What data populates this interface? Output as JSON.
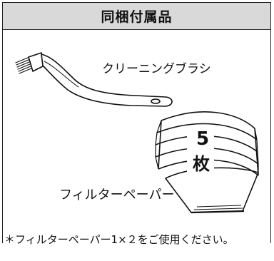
{
  "header": {
    "title": "同梱付属品"
  },
  "items": {
    "brush_label": "クリーニングブラシ",
    "filter_label": "フィルターペーパー",
    "filter_count_number": "5",
    "filter_count_unit": "枚"
  },
  "note": "＊フィルターペーパー1×２をご使用ください。"
}
